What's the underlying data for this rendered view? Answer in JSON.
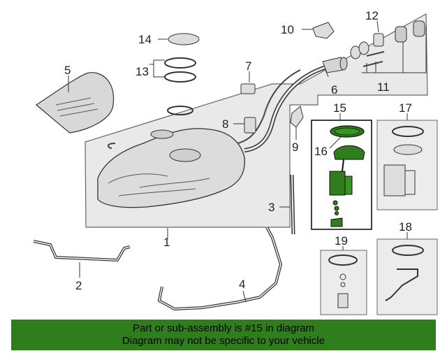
{
  "callouts": {
    "c1": "1",
    "c2": "2",
    "c3": "3",
    "c4": "4",
    "c5": "5",
    "c6": "6",
    "c7": "7",
    "c8": "8",
    "c9": "9",
    "c10": "10",
    "c11": "11",
    "c12": "12",
    "c13": "13",
    "c14": "14",
    "c15": "15",
    "c16": "16",
    "c17": "17",
    "c18": "18",
    "c19": "19"
  },
  "banner": {
    "line1": "Part or sub-assembly is #15 in diagram",
    "line2": "Diagram may not be specific to your vehicle"
  },
  "colors": {
    "highlight": "#2f7d1c",
    "line": "#444444",
    "panel": "#e6e6e6"
  }
}
